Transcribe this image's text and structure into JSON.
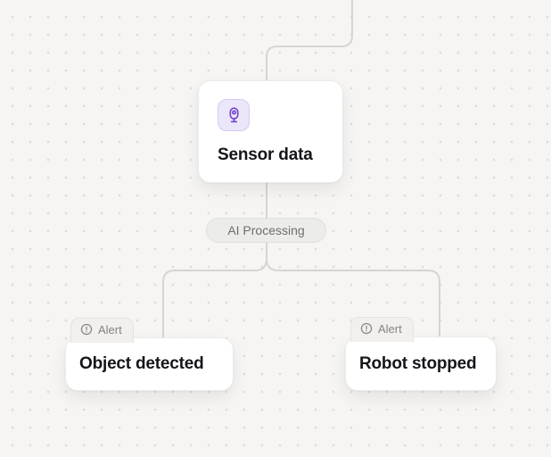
{
  "canvas": {
    "background": "#f6f5f3",
    "dot_color": "#dedbd7",
    "edge_color": "#d7d4d1"
  },
  "colors": {
    "accent_purple": "#7048c8",
    "icon_bg": "#ece6fa",
    "icon_border": "#d6c8f2",
    "card_bg": "#ffffff",
    "title_text": "#15151a",
    "muted_text": "#85837f"
  },
  "nodes": {
    "sensor": {
      "title": "Sensor data",
      "icon": "webcam-icon"
    },
    "object_alert": {
      "badge": "Alert",
      "badge_icon": "alert-circle-icon",
      "title": "Object detected"
    },
    "robot_alert": {
      "badge": "Alert",
      "badge_icon": "alert-circle-icon",
      "title": "Robot stopped"
    }
  },
  "edge_label": "AI Processing"
}
